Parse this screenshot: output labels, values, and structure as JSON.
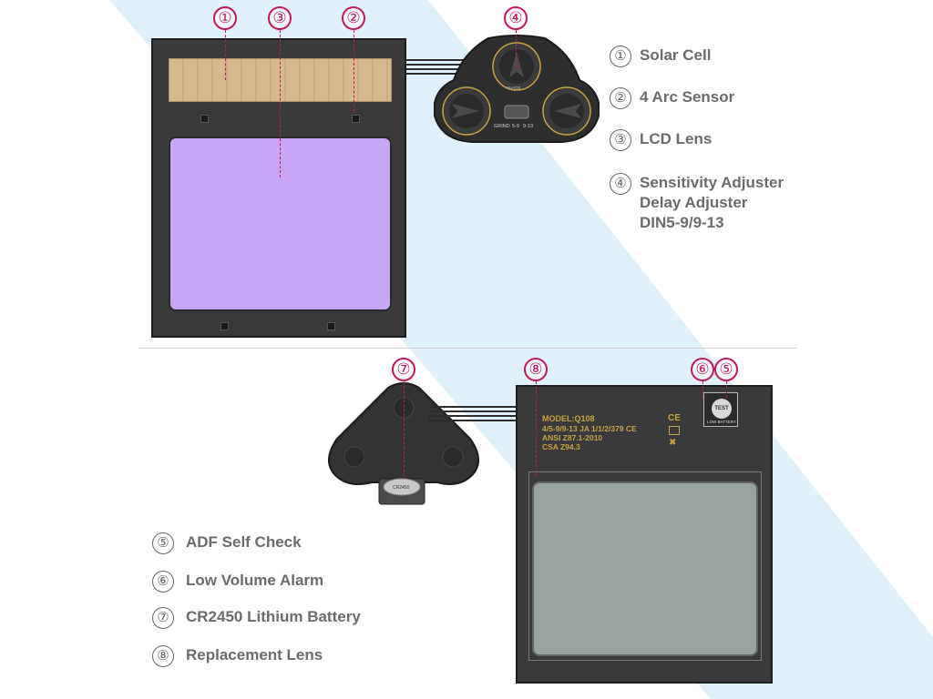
{
  "markers": {
    "m1": "①",
    "m3": "③",
    "m2": "②",
    "m4": "④",
    "m7": "⑦",
    "m8": "⑧",
    "m6": "⑥",
    "m5": "⑤"
  },
  "legend_top": [
    {
      "num": "①",
      "lines": [
        "Solar Cell"
      ]
    },
    {
      "num": "②",
      "lines": [
        "4 Arc Sensor"
      ]
    },
    {
      "num": "③",
      "lines": [
        "LCD Lens"
      ]
    },
    {
      "num": "④",
      "lines": [
        "Sensitivity Adjuster",
        "Delay Adjuster",
        "DIN5-9/9-13"
      ]
    }
  ],
  "legend_bottom": [
    {
      "num": "⑤",
      "lines": [
        "ADF Self Check"
      ]
    },
    {
      "num": "⑥",
      "lines": [
        "Low Volume Alarm"
      ]
    },
    {
      "num": "⑦",
      "lines": [
        "CR2450 Lithium Battery"
      ]
    },
    {
      "num": "⑧",
      "lines": [
        "Replacement Lens"
      ]
    }
  ],
  "back_label": {
    "model": "MODEL:Q108",
    "line2": "4/5-9/9-13 JA 1/1/2/379 CE",
    "line3": "ANSI Z87.1-2010",
    "line4": "CSA Z94.3",
    "ce": "CE"
  },
  "test_button": {
    "label": "TEST",
    "sub": "LOW BATTERY"
  },
  "knob_labels": {
    "grind": "GRIND",
    "din1": "5-9",
    "din2": "9-13",
    "shade": "SHADE"
  },
  "battery_label": "CR2450",
  "colors": {
    "accent": "#c2185b",
    "panel": "#3a3a3c",
    "lcd": "#c9a6f5",
    "band": "#dff2fb"
  }
}
